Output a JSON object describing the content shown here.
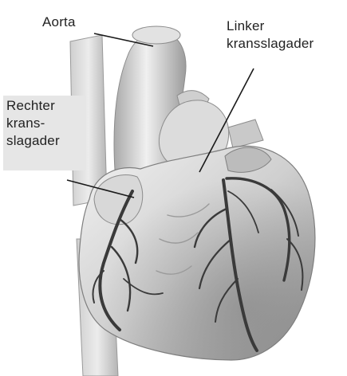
{
  "labels": {
    "aorta": "Aorta",
    "left_coronary_lines": [
      "Linker",
      "kransslagader"
    ],
    "right_coronary_lines": [
      "Rechter",
      "krans-",
      "slagader"
    ]
  },
  "colors": {
    "background": "#ffffff",
    "label_box": "#e6e6e6",
    "text": "#222222",
    "heart_light": "#e8e8e8",
    "heart_mid": "#bdbdbd",
    "heart_dark": "#8a8a8a",
    "artery": "#3a3a3a"
  }
}
